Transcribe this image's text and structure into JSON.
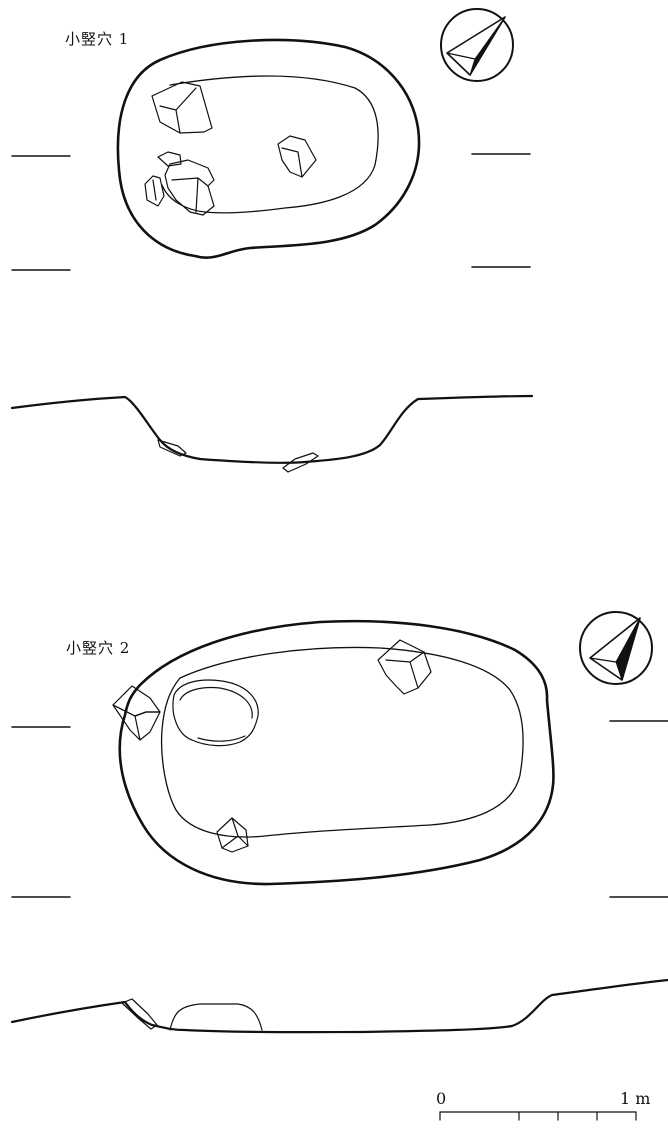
{
  "figure": {
    "pit1": {
      "title": "小竪穴 1"
    },
    "pit2": {
      "title": "小竪穴 2"
    },
    "scale": {
      "start_label": "0",
      "end_label": "1 m"
    },
    "icons": {
      "north_arrow": "north-arrow-icon"
    },
    "colors": {
      "ink": "#111111",
      "paper": "#ffffff"
    }
  }
}
